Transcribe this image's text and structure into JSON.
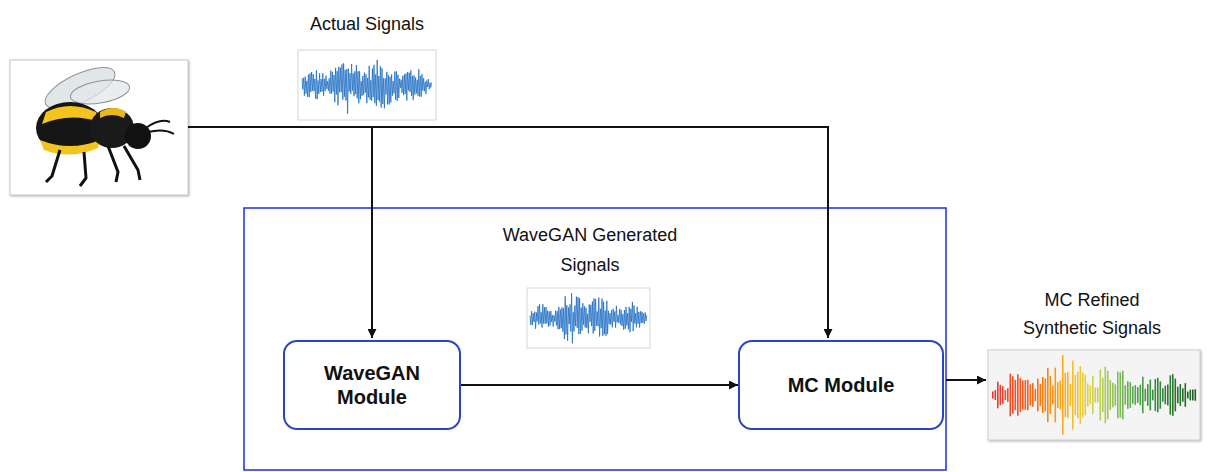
{
  "diagram": {
    "nodes": [
      {
        "text": [
          "WaveGAN Module"
        ]
      },
      {
        "text": [
          "MC Module"
        ]
      }
    ],
    "edges": [
      {
        "from": 0,
        "to": 1,
        "arrow": "to"
      }
    ],
    "labels": [
      "Actual Signals",
      "WaveGAN Generated Signals",
      "MC Refined Synthetic Signals"
    ]
  }
}
